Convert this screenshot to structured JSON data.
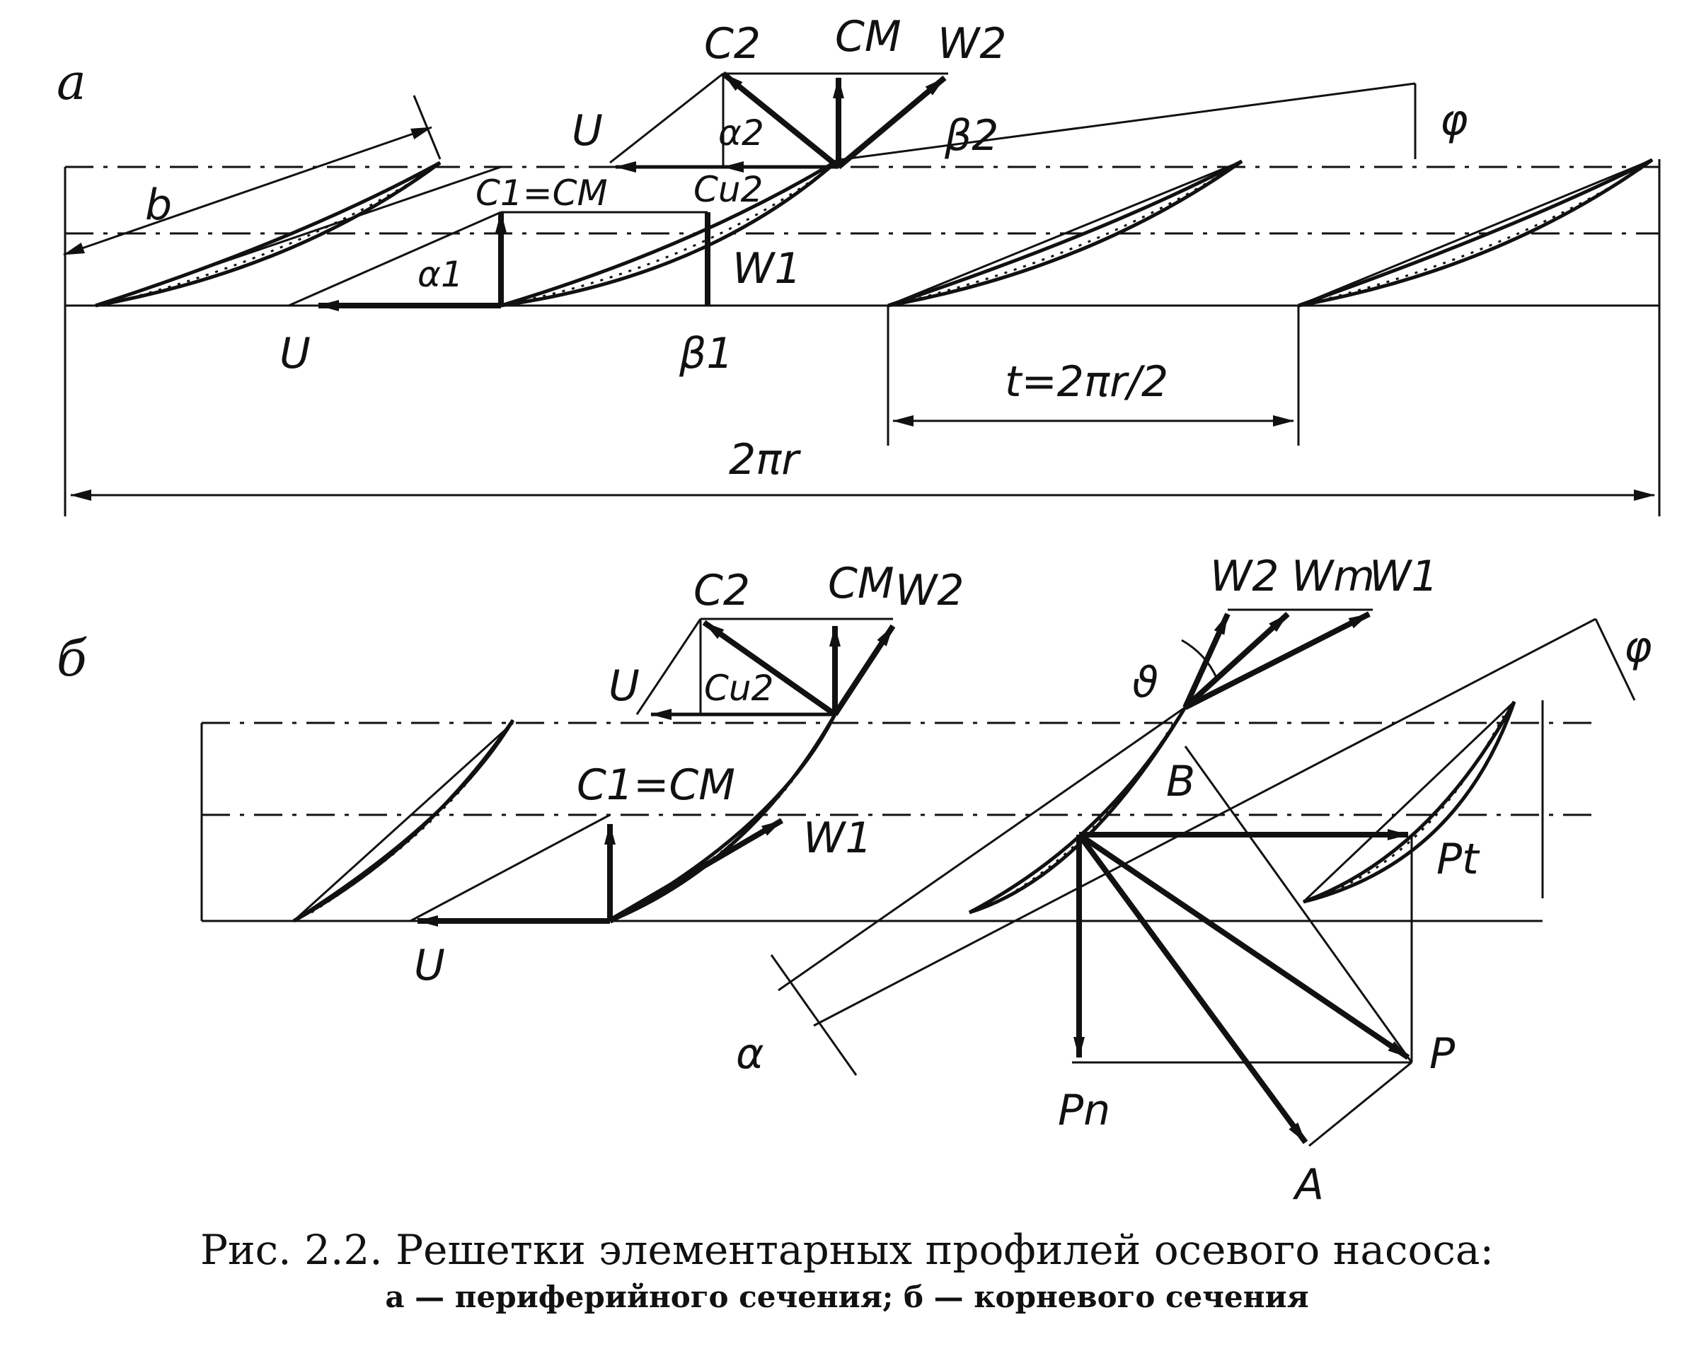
{
  "panels": {
    "a": {
      "letter": "а",
      "labels": {
        "b": "b",
        "u_top": "U",
        "u_bottom": "U",
        "c2": "C2",
        "cm": "CM",
        "w2": "W2",
        "alpha2": "α2",
        "beta2": "β2",
        "cu2": "Cu2",
        "c1_cm": "C1=CM",
        "alpha1": "α1",
        "w1": "W1",
        "beta1": "β1",
        "phi": "φ",
        "pitch": "t=2πr/2",
        "circumference": "2πr"
      }
    },
    "b": {
      "letter": "б",
      "labels": {
        "c2": "C2",
        "cm": "CM",
        "w2": "W2",
        "u_top": "U",
        "cu2": "Cu2",
        "c1_cm": "C1=CM",
        "w1": "W1",
        "u_bottom": "U",
        "w2_r": "W2",
        "wm": "Wm",
        "w1_r": "W1",
        "theta": "ϑ",
        "phi": "φ",
        "b_point": "B",
        "pt": "Pt",
        "alpha": "α",
        "pn": "Pn",
        "p": "P",
        "a_point": "A"
      }
    }
  },
  "caption": {
    "title": "Рис. 2.2. Решетки элементарных профилей осевого насоса:",
    "subtitle": "а — периферийного сечения; б — корневого сечения"
  }
}
